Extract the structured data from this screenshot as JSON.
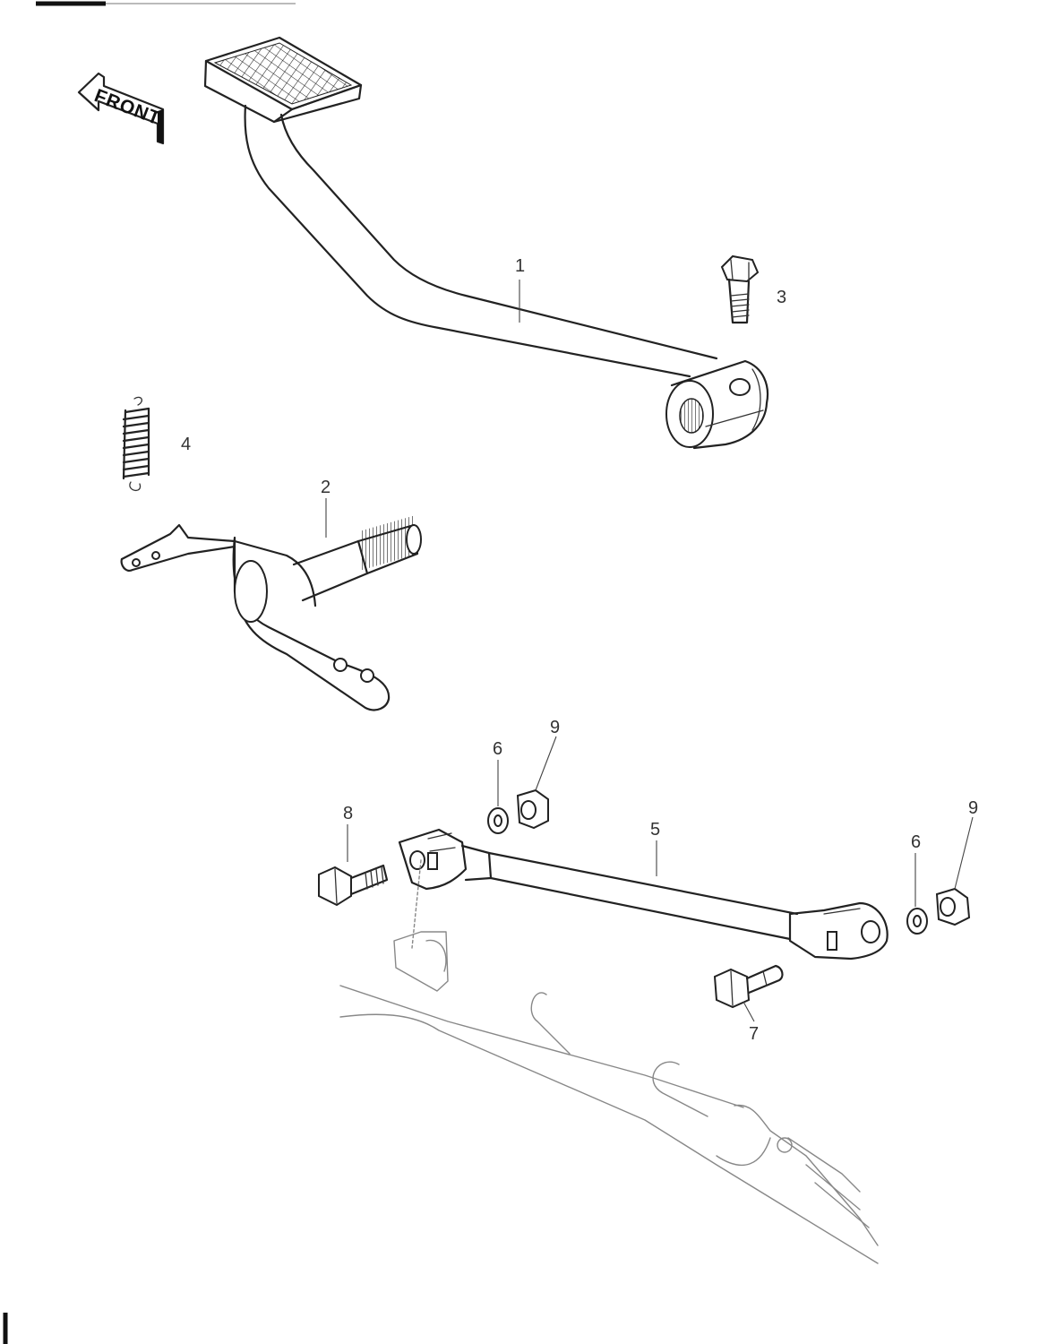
{
  "badge": {
    "label": "FRONT"
  },
  "callouts": [
    {
      "id": "c1",
      "number": "1"
    },
    {
      "id": "c2",
      "number": "2"
    },
    {
      "id": "c3",
      "number": "3"
    },
    {
      "id": "c4",
      "number": "4"
    },
    {
      "id": "c5",
      "number": "5"
    },
    {
      "id": "c6a",
      "number": "6"
    },
    {
      "id": "c6b",
      "number": "6"
    },
    {
      "id": "c7",
      "number": "7"
    },
    {
      "id": "c8",
      "number": "8"
    },
    {
      "id": "c9a",
      "number": "9"
    },
    {
      "id": "c9b",
      "number": "9"
    }
  ]
}
